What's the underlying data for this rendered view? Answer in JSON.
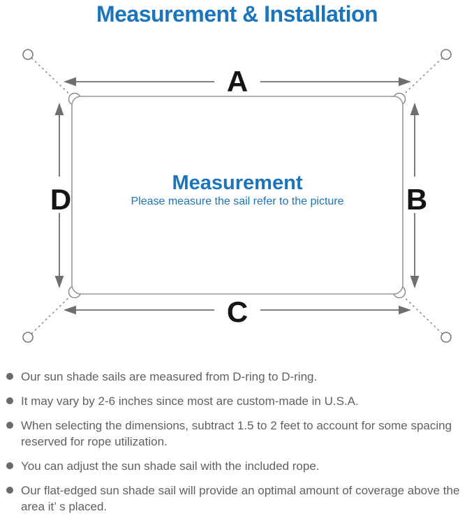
{
  "page": {
    "title": "Measurement & Installation"
  },
  "diagram": {
    "center_title": "Measurement",
    "center_subtitle": "Please measure the sail refer to the picture",
    "dimension_labels": {
      "top": "A",
      "right": "B",
      "bottom": "C",
      "left": "D"
    },
    "colors": {
      "accent_blue": "#1a75bc",
      "outline_gray": "#989898",
      "arrow_gray": "#6f6f6f",
      "label_black": "#151515",
      "note_text_gray": "#606060"
    }
  },
  "notes": {
    "items": [
      {
        "text": "Our sun shade sails are measured from D-ring to D-ring."
      },
      {
        "text": "It may vary by 2-6 inches since most are custom-made in U.S.A."
      },
      {
        "text": "When selecting the dimensions, subtract 1.5 to 2 feet to account for some spacing reserved for rope utilization."
      },
      {
        "text": "You can adjust the sun shade sail with the included rope."
      },
      {
        "text": "Our flat-edged sun shade sail will provide an optimal amount of coverage above the area it’ s placed."
      }
    ]
  }
}
